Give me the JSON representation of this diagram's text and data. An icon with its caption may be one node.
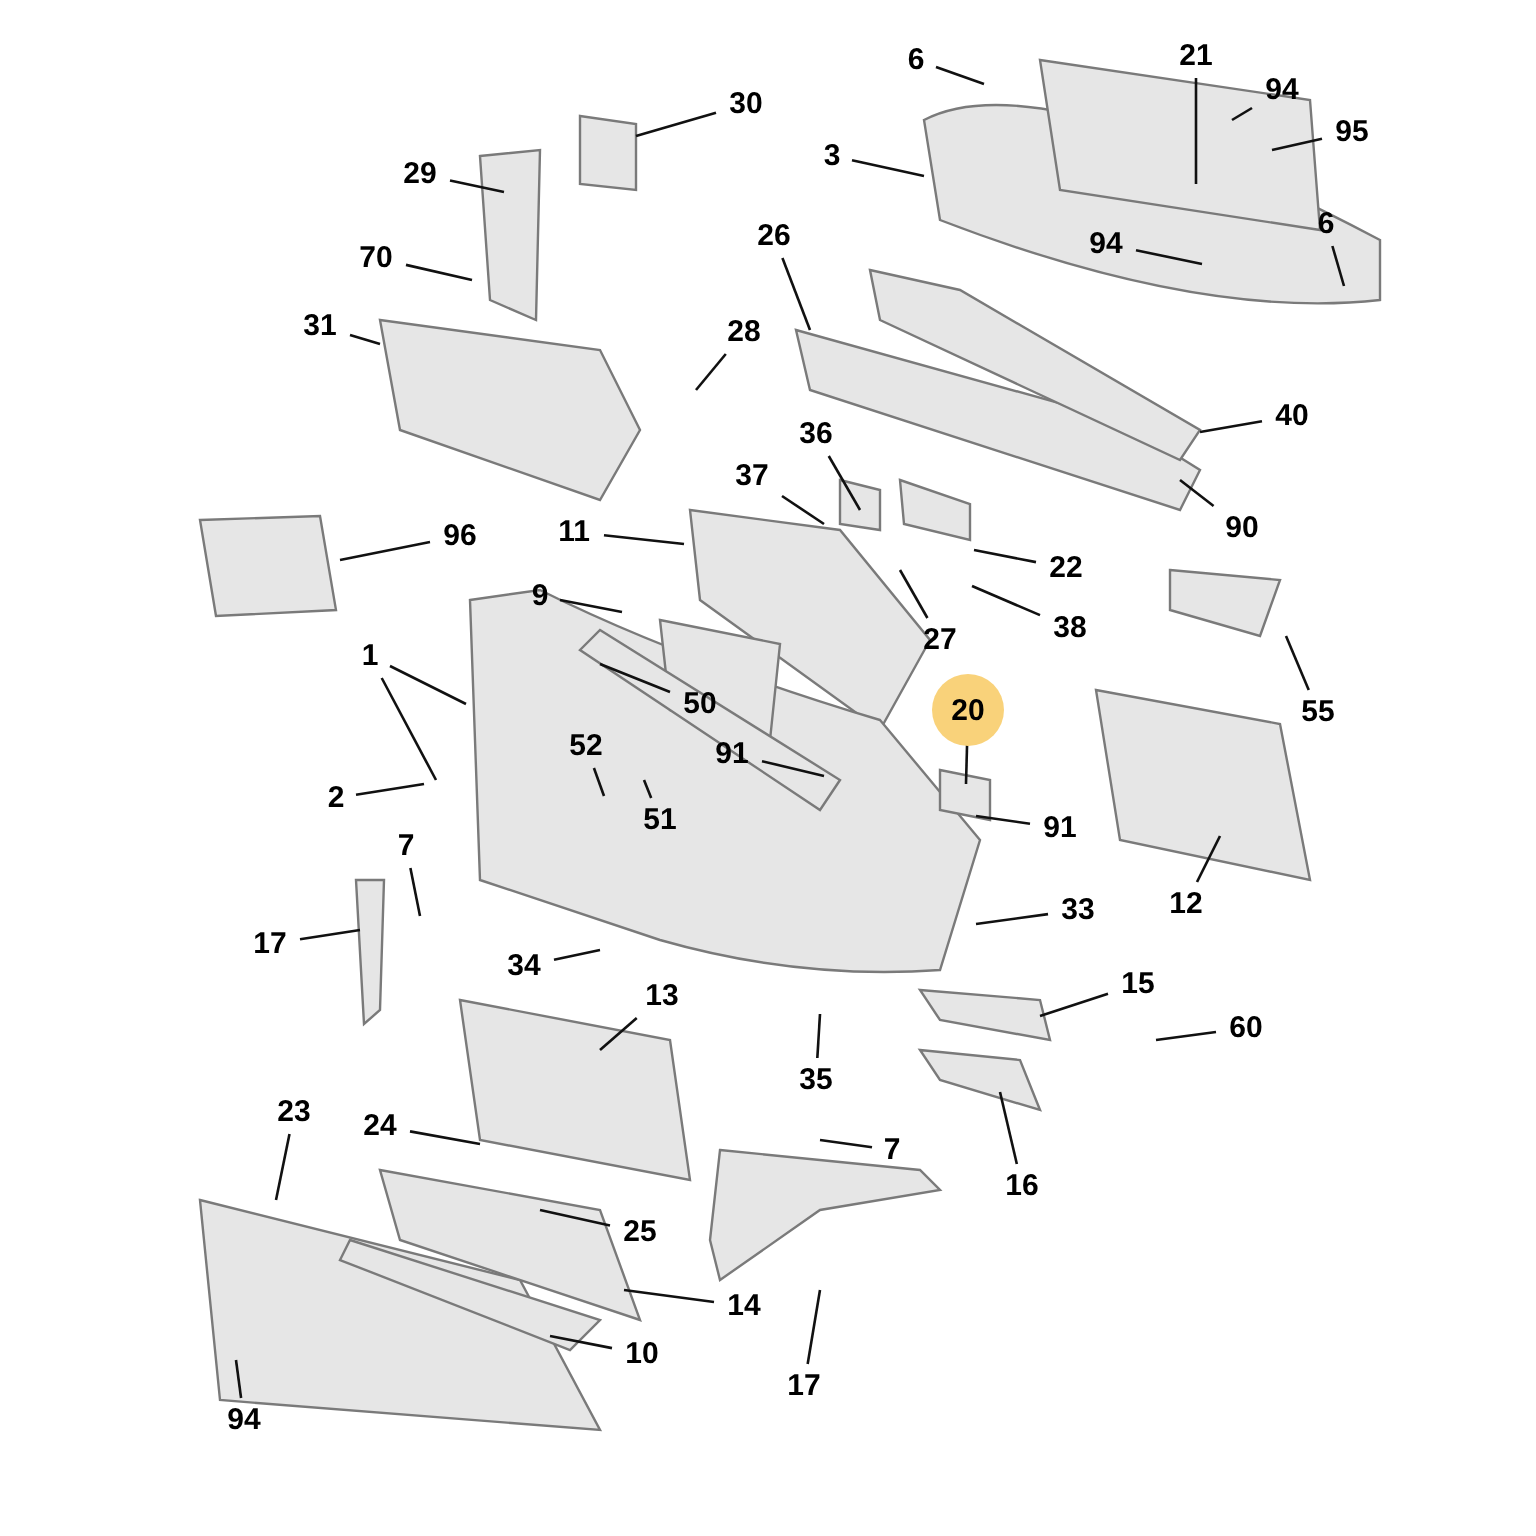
{
  "diagram": {
    "nodes": [
      {
        "text": [
          "6"
        ]
      },
      {
        "text": [
          "21"
        ]
      },
      {
        "text": [
          "94"
        ]
      },
      {
        "text": [
          "95"
        ]
      },
      {
        "text": [
          "3"
        ]
      },
      {
        "text": [
          "30"
        ]
      },
      {
        "text": [
          "29"
        ]
      },
      {
        "text": [
          "70"
        ]
      },
      {
        "text": [
          "94"
        ]
      },
      {
        "text": [
          "6"
        ]
      },
      {
        "text": [
          "26"
        ]
      },
      {
        "text": [
          "28"
        ]
      },
      {
        "text": [
          "31"
        ]
      },
      {
        "text": [
          "40"
        ]
      },
      {
        "text": [
          "36"
        ]
      },
      {
        "text": [
          "37"
        ]
      },
      {
        "text": [
          "90"
        ]
      },
      {
        "text": [
          "96"
        ]
      },
      {
        "text": [
          "11"
        ]
      },
      {
        "text": [
          "22"
        ]
      },
      {
        "text": [
          "9"
        ]
      },
      {
        "text": [
          "27"
        ]
      },
      {
        "text": [
          "38"
        ]
      },
      {
        "text": [
          "1"
        ]
      },
      {
        "text": [
          "50"
        ]
      },
      {
        "text": [
          "55"
        ]
      },
      {
        "text": [
          "20"
        ]
      },
      {
        "text": [
          "52"
        ]
      },
      {
        "text": [
          "91"
        ]
      },
      {
        "text": [
          "2"
        ]
      },
      {
        "text": [
          "51"
        ]
      },
      {
        "text": [
          "91"
        ]
      },
      {
        "text": [
          "7"
        ]
      },
      {
        "text": [
          "12"
        ]
      },
      {
        "text": [
          "17"
        ]
      },
      {
        "text": [
          "33"
        ]
      },
      {
        "text": [
          "34"
        ]
      },
      {
        "text": [
          "13"
        ]
      },
      {
        "text": [
          "15"
        ]
      },
      {
        "text": [
          "60"
        ]
      },
      {
        "text": [
          "35"
        ]
      },
      {
        "text": [
          "23"
        ]
      },
      {
        "text": [
          "24"
        ]
      },
      {
        "text": [
          "7"
        ]
      },
      {
        "text": [
          "16"
        ]
      },
      {
        "text": [
          "25"
        ]
      },
      {
        "text": [
          "14"
        ]
      },
      {
        "text": [
          "10"
        ]
      },
      {
        "text": [
          "17"
        ]
      },
      {
        "text": [
          "94"
        ]
      }
    ],
    "edges": [
      {
        "from": 0,
        "to": null,
        "arrow": "none"
      },
      {
        "from": 1,
        "to": null,
        "arrow": "none"
      },
      {
        "from": 2,
        "to": null,
        "arrow": "none"
      },
      {
        "from": 3,
        "to": null,
        "arrow": "none"
      },
      {
        "from": 4,
        "to": null,
        "arrow": "none"
      },
      {
        "from": 5,
        "to": null,
        "arrow": "none"
      },
      {
        "from": 6,
        "to": null,
        "arrow": "none"
      },
      {
        "from": 7,
        "to": null,
        "arrow": "none"
      },
      {
        "from": 8,
        "to": null,
        "arrow": "none"
      },
      {
        "from": 9,
        "to": null,
        "arrow": "none"
      },
      {
        "from": 10,
        "to": null,
        "arrow": "none"
      },
      {
        "from": 11,
        "to": null,
        "arrow": "none"
      },
      {
        "from": 12,
        "to": null,
        "arrow": "none"
      },
      {
        "from": 13,
        "to": null,
        "arrow": "none"
      },
      {
        "from": 14,
        "to": null,
        "arrow": "none"
      },
      {
        "from": 15,
        "to": null,
        "arrow": "none"
      },
      {
        "from": 16,
        "to": null,
        "arrow": "none"
      },
      {
        "from": 17,
        "to": null,
        "arrow": "none"
      },
      {
        "from": 18,
        "to": null,
        "arrow": "none"
      },
      {
        "from": 19,
        "to": null,
        "arrow": "none"
      },
      {
        "from": 20,
        "to": null,
        "arrow": "none"
      },
      {
        "from": 21,
        "to": null,
        "arrow": "none"
      },
      {
        "from": 22,
        "to": null,
        "arrow": "none"
      },
      {
        "from": 23,
        "to": null,
        "arrow": "none"
      },
      {
        "from": 23,
        "to": null,
        "arrow": "none"
      },
      {
        "from": 24,
        "to": null,
        "arrow": "none"
      },
      {
        "from": 25,
        "to": null,
        "arrow": "none"
      },
      {
        "from": 26,
        "to": null,
        "arrow": "none"
      },
      {
        "from": 27,
        "to": null,
        "arrow": "none"
      },
      {
        "from": 28,
        "to": null,
        "arrow": "none"
      },
      {
        "from": 29,
        "to": null,
        "arrow": "none"
      },
      {
        "from": 30,
        "to": null,
        "arrow": "none"
      },
      {
        "from": 31,
        "to": null,
        "arrow": "none"
      },
      {
        "from": 32,
        "to": null,
        "arrow": "none"
      },
      {
        "from": 33,
        "to": null,
        "arrow": "none"
      },
      {
        "from": 34,
        "to": null,
        "arrow": "none"
      },
      {
        "from": 35,
        "to": null,
        "arrow": "none"
      },
      {
        "from": 36,
        "to": null,
        "arrow": "none"
      },
      {
        "from": 37,
        "to": null,
        "arrow": "none"
      },
      {
        "from": 38,
        "to": null,
        "arrow": "none"
      },
      {
        "from": 39,
        "to": null,
        "arrow": "none"
      },
      {
        "from": 40,
        "to": null,
        "arrow": "none"
      },
      {
        "from": 41,
        "to": null,
        "arrow": "none"
      },
      {
        "from": 42,
        "to": null,
        "arrow": "none"
      },
      {
        "from": 43,
        "to": null,
        "arrow": "none"
      },
      {
        "from": 44,
        "to": null,
        "arrow": "none"
      },
      {
        "from": 45,
        "to": null,
        "arrow": "none"
      },
      {
        "from": 46,
        "to": null,
        "arrow": "none"
      },
      {
        "from": 47,
        "to": null,
        "arrow": "none"
      },
      {
        "from": 48,
        "to": null,
        "arrow": "none"
      },
      {
        "from": 49,
        "to": null,
        "arrow": "none"
      }
    ]
  }
}
